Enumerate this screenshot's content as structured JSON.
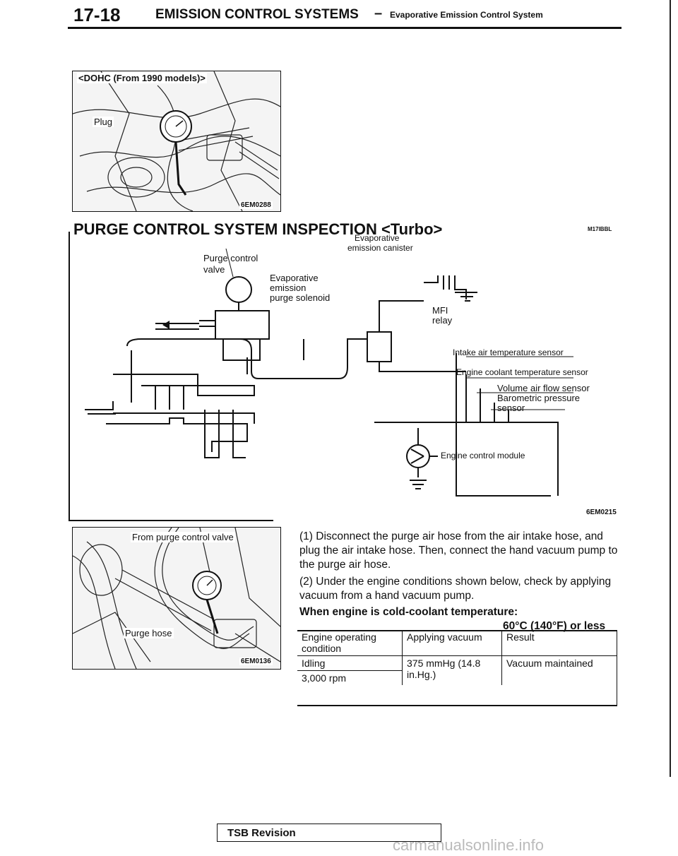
{
  "header": {
    "page_number": "17-18",
    "section_title": "EMISSION CONTROL SYSTEMS",
    "separator": "–",
    "subsection_title": "Evaporative Emission Control System"
  },
  "photo_top": {
    "caption": "<DOHC (From 1990 models)>",
    "plug_label": "Plug",
    "code": "6EM0288"
  },
  "section": {
    "title": "PURGE CONTROL SYSTEM INSPECTION <Turbo>",
    "ref": "M17IBBL"
  },
  "diagram": {
    "canister_label_1": "Evaporative",
    "canister_label_2": "emission canister",
    "purge_valve_1": "Purge control",
    "purge_valve_2": "valve",
    "solenoid_1": "Evaporative",
    "solenoid_2": "emission",
    "solenoid_3": "purge solenoid",
    "mfi_1": "MFI",
    "mfi_2": "relay",
    "sensor_1": "Intake air temperature sensor",
    "sensor_2": "Engine coolant temperature sensor",
    "sensor_3": "Volume air flow sensor",
    "sensor_4a": "Barometric pressure",
    "sensor_4b": "sensor",
    "ecm": "Engine control module",
    "code": "6EM0215"
  },
  "photo_bottom": {
    "caption": "From purge control valve",
    "hose_label": "Purge hose",
    "code": "6EM0136"
  },
  "steps": [
    "(1) Disconnect the purge air hose from the air intake hose, and plug the air intake hose. Then, connect the hand vacuum pump to the purge air hose.",
    "(2) Under the engine conditions shown below, check by applying vacuum from a hand vacuum pump."
  ],
  "condition": {
    "label": "When engine is cold-coolant temperature:",
    "temp": "60°C (140°F) or less"
  },
  "table": {
    "headers": [
      "Engine operating condition",
      "Applying vacuum",
      "Result"
    ],
    "rows": [
      [
        "Idling",
        "375 mmHg (14.8 in.Hg.)",
        "Vacuum maintained"
      ],
      [
        "3,000 rpm",
        "",
        ""
      ]
    ]
  },
  "footer": {
    "tsb": "TSB Revision",
    "watermark": "carmanualsonline.info"
  }
}
